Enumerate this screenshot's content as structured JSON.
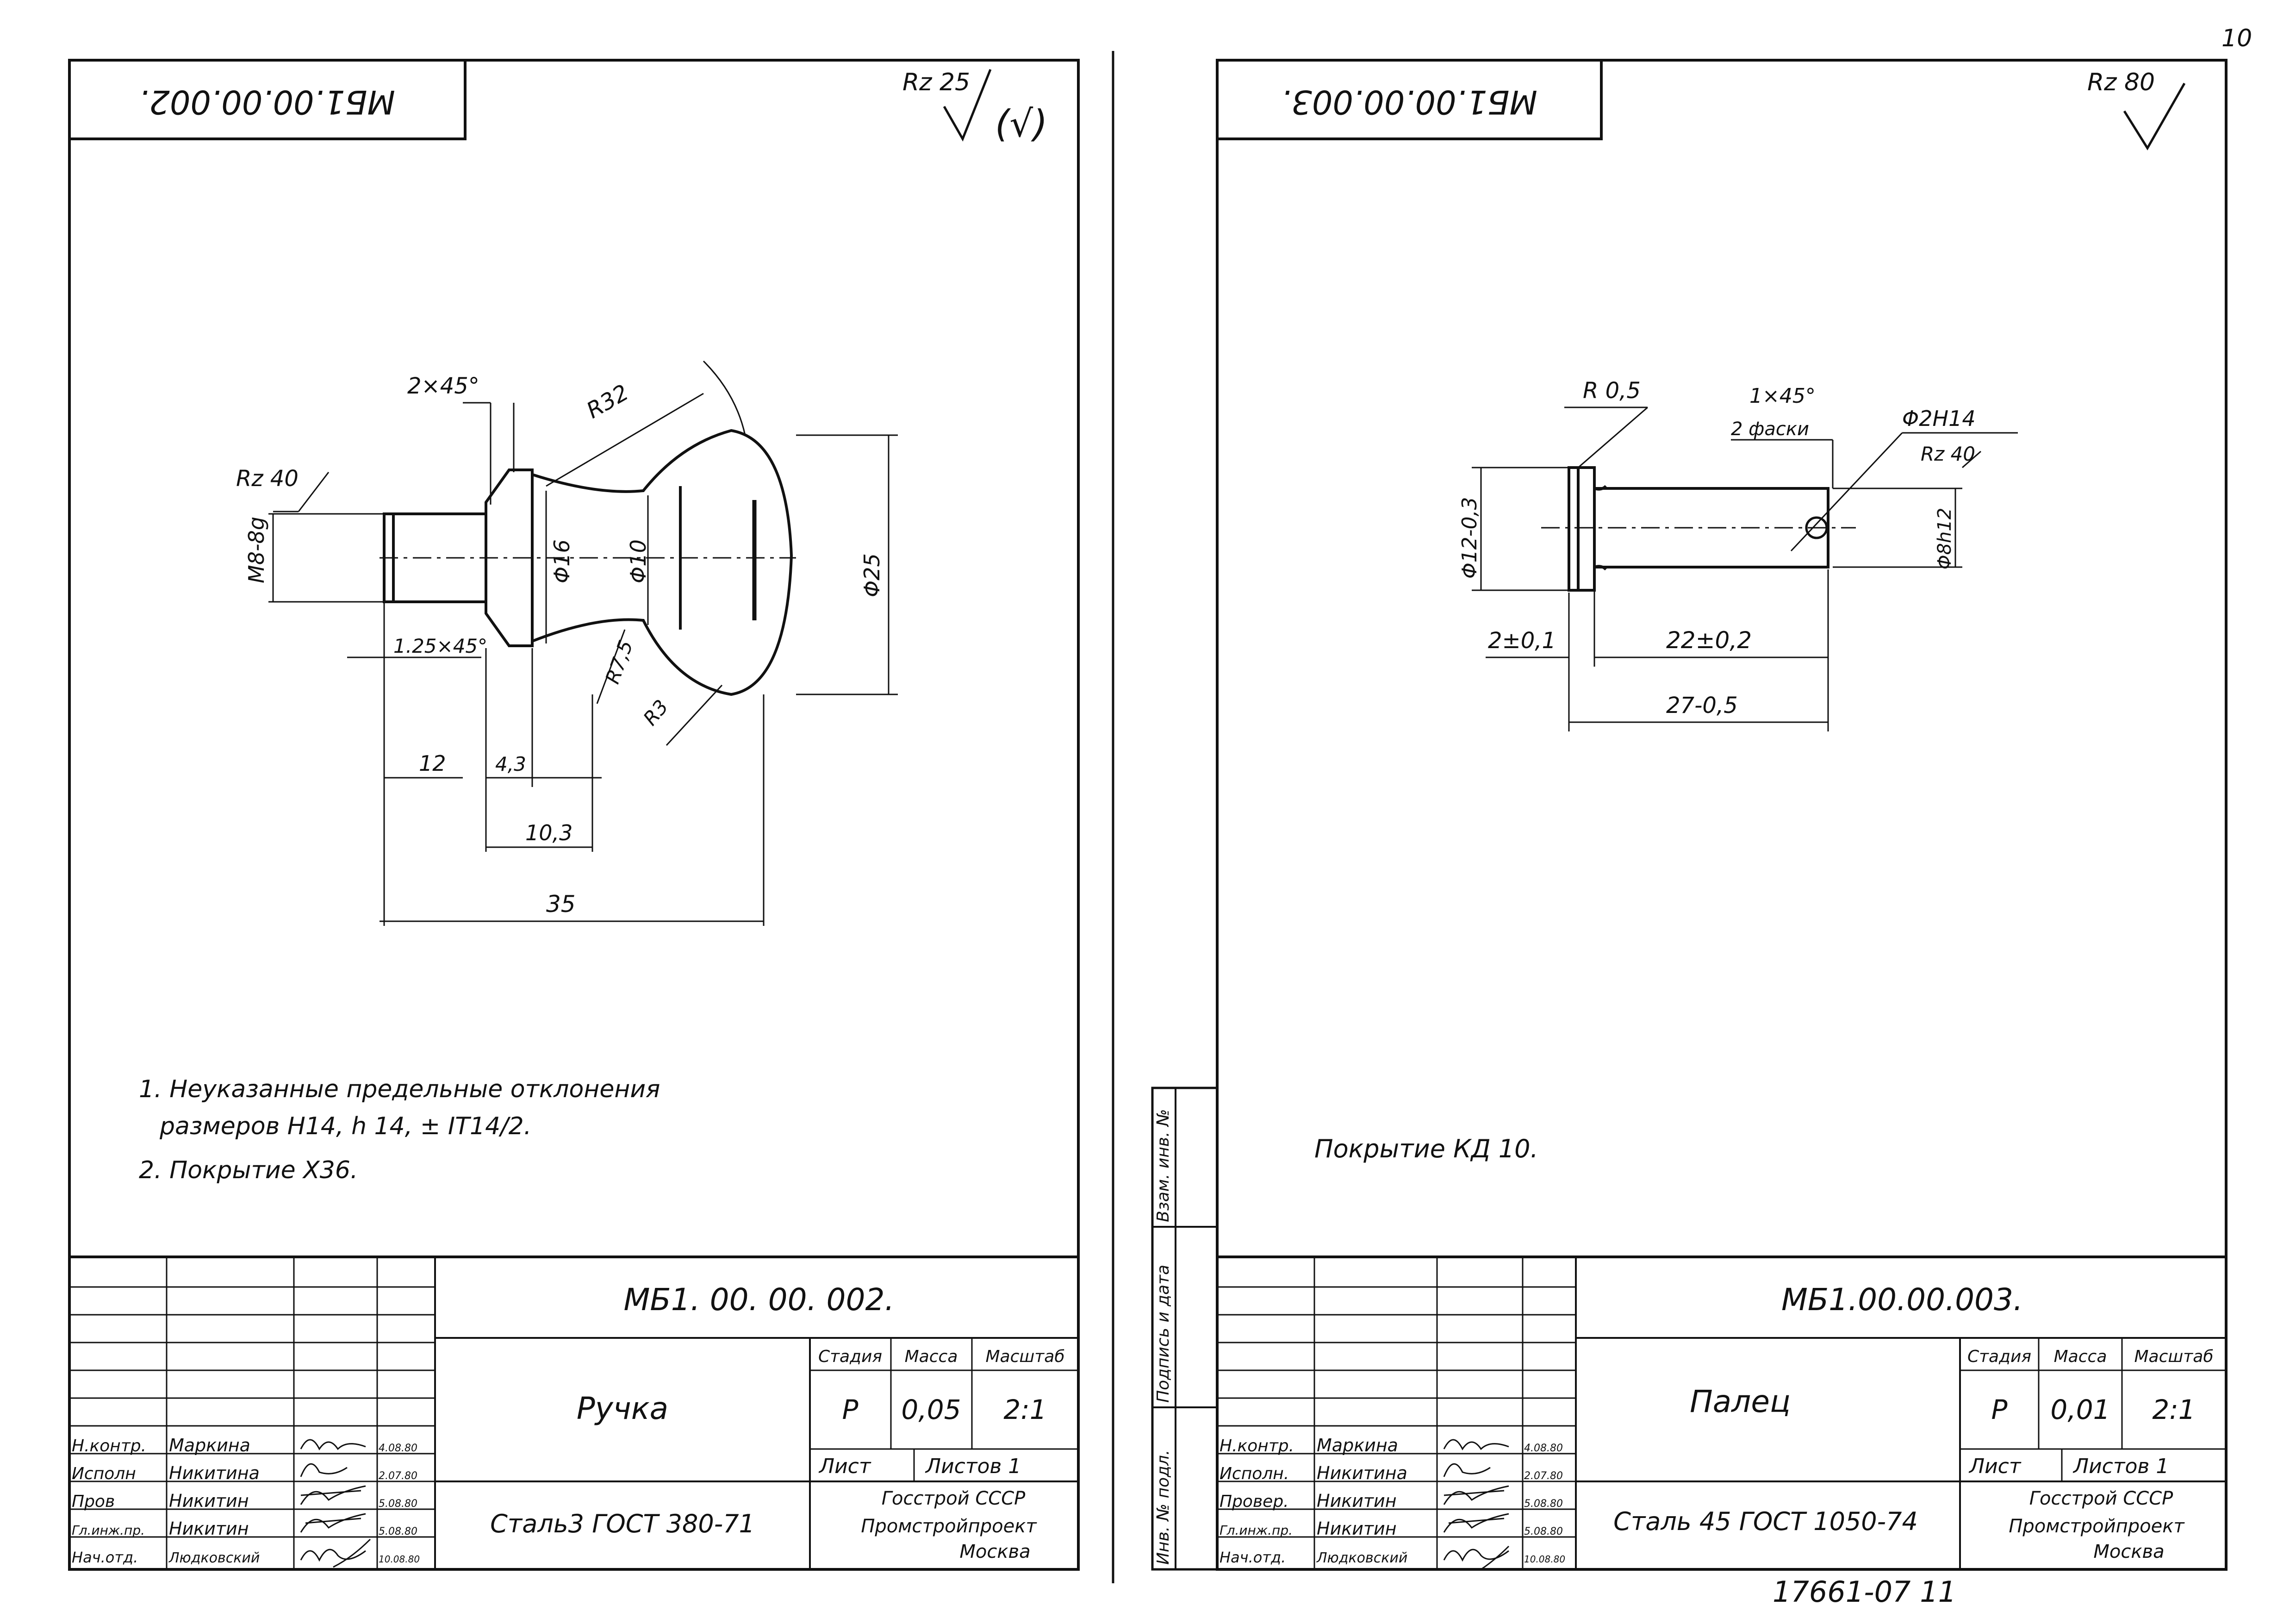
{
  "page_number": "10",
  "sheets": [
    {
      "code_stamp": "МБ1.00.00.002.",
      "roughness_mark": "Rz 25",
      "roughness_suffix": "(√)",
      "dimensions": {
        "chamfer_top": "2×45°",
        "radius_big": "R32",
        "thread_rough": "Rz 40",
        "thread": "M8-8g",
        "dia16": "Φ16",
        "dia10": "Φ10",
        "dia25": "Φ25",
        "chamfer_thread": "1.25×45°",
        "radius_75": "R7,5",
        "radius_3": "R3",
        "len_12": "12",
        "len_43": "4,3",
        "len_103": "10,3",
        "len_35": "35"
      },
      "notes": [
        "1. Неуказанные предельные отклонения",
        "размеров H14, h 14, ± IT14/2.",
        "2. Покрытие Х36."
      ],
      "title_block": {
        "designation": "МБ1. 00. 00. 002.",
        "part_name": "Ручка",
        "material": "Сталь3  ГОСТ 380-71",
        "headers": [
          "Стадия",
          "Масса",
          "Масштаб"
        ],
        "stage": "Р",
        "mass": "0,05",
        "scale": "2:1",
        "sheet_label": "Лист",
        "sheets_label": "Листов 1",
        "org": [
          "Госстрой СССР",
          "Промстройпроект",
          "Москва"
        ],
        "roles": [
          {
            "role": "Н.контр.",
            "name": "Маркина",
            "date": "4.08.80"
          },
          {
            "role": "Исполн",
            "name": "Никитина",
            "date": "2.07.80"
          },
          {
            "role": "Пров",
            "name": "Никитин",
            "date": "5.08.80"
          },
          {
            "role": "Гл.инж.пр.",
            "name": "Никитин",
            "date": "5.08.80"
          },
          {
            "role": "Нач.отд.",
            "name": "Людковский",
            "date": "10.08.80"
          }
        ]
      }
    },
    {
      "code_stamp": "МБ1.00.00.003.",
      "roughness_mark": "Rz 80",
      "dimensions": {
        "radius_05": "R 0,5",
        "chamfer": "1×45°",
        "chamfer_note": "2 фаски",
        "hole": "Φ2H14",
        "hole_rough": "Rz 40",
        "dia12": "Φ12-0,3",
        "dia8": "Φ8h12",
        "len_2": "2±0,1",
        "len_22": "22±0,2",
        "len_27": "27-0,5"
      },
      "notes": [
        "Покрытие КД 10."
      ],
      "side_labels": [
        "Инв. № подл.",
        "Подпись и дата",
        "Взам. инв. №"
      ],
      "title_block": {
        "designation": "МБ1.00.00.003.",
        "part_name": "Палец",
        "material": "Сталь 45  ГОСТ 1050-74",
        "headers": [
          "Стадия",
          "Масса",
          "Масштаб"
        ],
        "stage": "Р",
        "mass": "0,01",
        "scale": "2:1",
        "sheet_label": "Лист",
        "sheets_label": "Листов 1",
        "org": [
          "Госстрой СССР",
          "Промстройпроект",
          "Москва"
        ],
        "roles": [
          {
            "role": "Н.контр.",
            "name": "Маркина",
            "date": "4.08.80"
          },
          {
            "role": "Исполн.",
            "name": "Никитина",
            "date": "2.07.80"
          },
          {
            "role": "Провер.",
            "name": "Никитин",
            "date": "5.08.80"
          },
          {
            "role": "Гл.инж.пр.",
            "name": "Никитин",
            "date": "5.08.80"
          },
          {
            "role": "Нач.отд.",
            "name": "Людковский",
            "date": "10.08.80"
          }
        ]
      }
    }
  ],
  "footer_code": "17661-07  11"
}
